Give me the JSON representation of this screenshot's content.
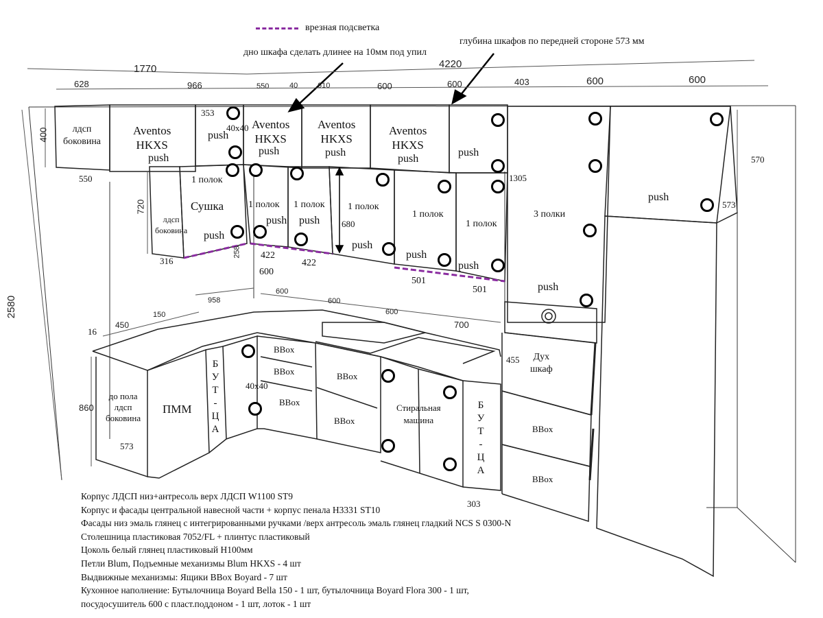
{
  "legend": {
    "label": "врезная подсветка",
    "color": "#8a2ca0"
  },
  "annotations": {
    "bottom_longer": "дно шкафа сделать длинее на 10мм под упил",
    "depth_front": "глубина шкафов по передней стороне 573 мм"
  },
  "dimensions": {
    "total_left": "1770",
    "total_right": "4220",
    "top_628": "628",
    "top_966": "966",
    "top_550": "550",
    "top_40": "40",
    "top_610": "610",
    "top_600a": "600",
    "top_600b": "600",
    "top_403": "403",
    "top_600c": "600",
    "top_600d": "600",
    "h_400": "400",
    "h_720": "720",
    "h_2580": "2580",
    "h_860": "860",
    "d_550": "550",
    "d_316": "316",
    "d_258": "258",
    "d_353": "353",
    "d_1305": "1305",
    "d_570": "570",
    "d_573_right": "573",
    "d_422a": "422",
    "d_422b": "422",
    "d_600_under": "600",
    "d_501a": "501",
    "d_501b": "501",
    "d_680": "680",
    "d_40x40_top": "40x40",
    "d_40x40_base": "40x40",
    "w_958": "958",
    "w_600a": "600",
    "w_600b": "600",
    "w_600c": "600",
    "w_700": "700",
    "w_450": "450",
    "w_150": "150",
    "w_16": "16",
    "d_573_left": "573",
    "d_455": "455",
    "d_303": "303"
  },
  "upper_cabinets": {
    "side_ldsp": "лдсп\nбоковина",
    "aventos_1": "Aventos\nHKXS",
    "push_a1": "push",
    "push_353": "push",
    "aventos_2": "Aventos\nHKXS",
    "push_a2": "push",
    "aventos_3": "Aventos\nHKXS",
    "push_a3": "push",
    "aventos_4": "Aventos\nHKXS",
    "push_a4": "push",
    "push_top_right": "push",
    "tall_push_top": "push"
  },
  "mid_cabinets": {
    "side_ldsp": "лдсп\nбоковина",
    "one_shelf_a": "1 полок",
    "drying": "Сушка",
    "push_drying": "push",
    "one_shelf_b": "1 полок",
    "push_b": "push",
    "one_shelf_c": "1 полок",
    "push_c": "push",
    "one_shelf_d": "1 полок",
    "push_d": "push",
    "one_shelf_e": "1 полок",
    "push_e": "push",
    "one_shelf_f": "1 полок",
    "push_f": "push",
    "three_shelves": "3 полки",
    "push_tall": "push"
  },
  "base_cabinets": {
    "to_floor": "до пола\nлдсп\nбоковина",
    "dishwasher": "ПММ",
    "bottle_left": "Б\nУ\nТ\n-\nЦ\nА",
    "bbox_1": "BBox",
    "bbox_2": "BBox",
    "bbox_3": "BBox",
    "bbox_4": "BBox",
    "bbox_5": "BBox",
    "washer": "Стиральная\nмашина",
    "bottle_right": "Б\nУ\nТ\n-\nЦ\nА",
    "oven": "Дух\nшкаф",
    "bbox_6": "BBox",
    "bbox_7": "BBox"
  },
  "notes": [
    "Корпус ЛДСП низ+антресоль верх ЛДСП W1100 ST9",
    "Корпус и фасады центральной навесной части + корпус пенала H3331 ST10",
    "Фасады низ эмаль глянец с интегрированными ручками /верх антресоль эмаль глянец гладкий NCS S 0300-N",
    "Столешница пластиковая 7052/FL + плинтус пластиковый",
    "Цоколь белый глянец пластиковый H100мм",
    "Петли Blum, Подъемные механизмы Blum HKXS - 4 шт",
    "Выдвижные механизмы: Ящики BBox Boyard - 7 шт",
    "Кухонное наполнение: Бутылочница Boyard Bella 150 - 1 шт, бутылочница Boyard Flora 300 - 1 шт,",
    "посудосушитель 600 с пласт.поддоном - 1 шт, лоток - 1 шт"
  ]
}
